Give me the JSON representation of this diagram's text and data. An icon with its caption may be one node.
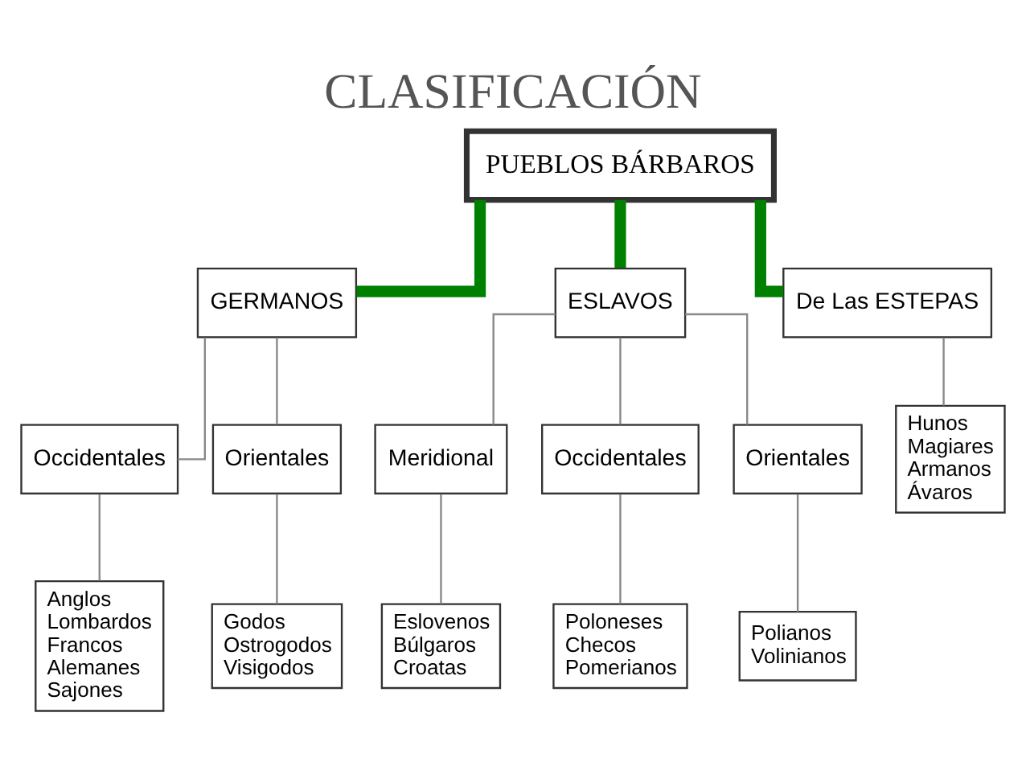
{
  "diagram": {
    "title": "CLASIFICACIÓN",
    "nodes": [
      {
        "text": [
          "PUEBLOS BÁRBAROS"
        ]
      },
      {
        "text": [
          "GERMANOS"
        ]
      },
      {
        "text": [
          "ESLAVOS"
        ]
      },
      {
        "text": [
          "De Las ESTEPAS"
        ]
      },
      {
        "text": [
          "Occidentales"
        ]
      },
      {
        "text": [
          "Orientales"
        ]
      },
      {
        "text": [
          "Meridional"
        ]
      },
      {
        "text": [
          "Occidentales"
        ]
      },
      {
        "text": [
          "Orientales"
        ]
      },
      {
        "text": [
          "Anglos Lombardos Francos Alemanes Sajones"
        ]
      },
      {
        "text": [
          "Godos Ostrogodos Visigodos"
        ]
      },
      {
        "text": [
          "Eslovenos Búlgaros Croatas"
        ]
      },
      {
        "text": [
          "Poloneses Checos Pomerianos"
        ]
      },
      {
        "text": [
          "Polianos Volinianos"
        ]
      },
      {
        "text": [
          "Hunos Magiares Armanos Ávaros"
        ]
      }
    ],
    "edges": [
      {
        "from": 0,
        "to": 1,
        "arrow": "none",
        "style": "thick",
        "color": "#008000"
      },
      {
        "from": 0,
        "to": 2,
        "arrow": "none",
        "style": "thick",
        "color": "#008000"
      },
      {
        "from": 0,
        "to": 3,
        "arrow": "none",
        "style": "thick",
        "color": "#008000"
      },
      {
        "from": 1,
        "to": 4,
        "arrow": "none"
      },
      {
        "from": 1,
        "to": 5,
        "arrow": "none"
      },
      {
        "from": 2,
        "to": 6,
        "arrow": "none"
      },
      {
        "from": 2,
        "to": 7,
        "arrow": "none"
      },
      {
        "from": 2,
        "to": 8,
        "arrow": "none"
      },
      {
        "from": 4,
        "to": 9,
        "arrow": "none"
      },
      {
        "from": 5,
        "to": 10,
        "arrow": "none"
      },
      {
        "from": 6,
        "to": 11,
        "arrow": "none"
      },
      {
        "from": 7,
        "to": 12,
        "arrow": "none"
      },
      {
        "from": 8,
        "to": 13,
        "arrow": "none"
      },
      {
        "from": 3,
        "to": 14,
        "arrow": "none"
      }
    ]
  }
}
